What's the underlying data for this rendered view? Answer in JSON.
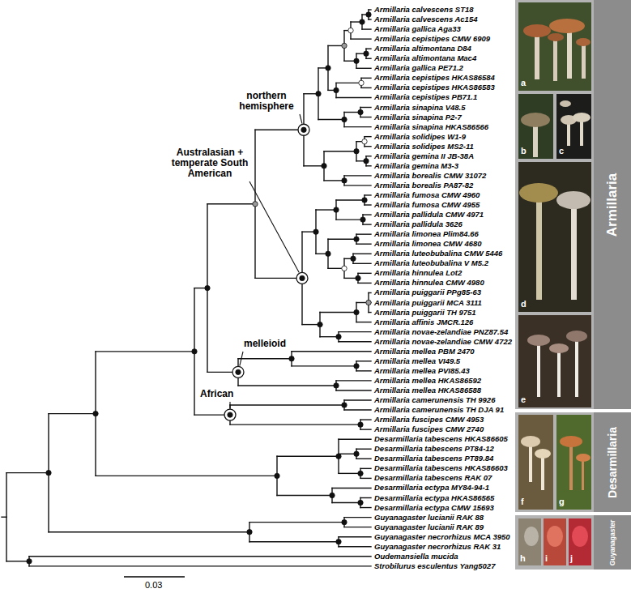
{
  "diagram": {
    "nodes": [
      {
        "text": [
          "Armillaria"
        ]
      },
      {
        "text": [
          "Desarmillaria"
        ]
      },
      {
        "text": [
          "Guyanagaster"
        ]
      }
    ],
    "labels": [
      "Armillaria calvescens ST18",
      "Armillaria calvescens Ac154",
      "Armillaria gallica Aga33",
      "Armillaria cepistipes CMW 6909",
      "Armillaria altimontana D84",
      "Armillaria altimontana Mac4",
      "Armillaria gallica PE71.2",
      "Armillaria cepistipes HKAS86584",
      "Armillaria cepistipes HKAS86583",
      "Armillaria cepistipes PB71.1",
      "Armillaria sinapina V48.5",
      "Armillaria sinapina P2-7",
      "Armillaria sinapina HKAS86566",
      "Armillaria solidipes W1-9",
      "Armillaria solidipes MS2-11",
      "Armillaria gemina II JB-38A",
      "Armillaria gemina M3-3",
      "Armillaria borealis CMW 31072",
      "Armillaria borealis PA87-82",
      "Armillaria fumosa CMW 4960",
      "Armillaria fumosa CMW 4955",
      "Armillaria pallidula CMW 4971",
      "Armillaria pallidula 3626",
      "Armillaria limonea Plim84.66",
      "Armillaria limonea CMW 4680",
      "Armillaria luteobubalina CMW 5446",
      "Armillaria luteobubalina V M5.2",
      "Armillaria hinnulea Lot2",
      "Armillaria hinnulea CMW 4980",
      "Armillaria puiggarii PPg85-63",
      "Armillaria puiggarii MCA 3111",
      "Armillaria puiggarii TH 9751",
      "Armillaria affinis JMCR.126",
      "Armillaria novae-zelandiae PNZ87.54",
      "Armillaria novae-zelandiae CMW 4722",
      "Armillaria mellea PBM 2470",
      "Armillaria mellea VI49.5",
      "Armillaria mellea PVI85.43",
      "Armillaria mellea HKAS86592",
      "Armillaria mellea HKAS86588",
      "Armillaria camerunensis TH 9926",
      "Armillaria camerunensis TH DJA 91",
      "Armillaria fuscipes CMW 4953",
      "Armillaria fuscipes CMW 2740",
      "Desarmillaria tabescens HKAS86605",
      "Desarmillaria tabescens PT84-12",
      "Desarmillaria tabescens PT89.84",
      "Desarmillaria tabescens HKAS86603",
      "Desarmillaria tabescens RAK 07",
      "Desarmillaria ectypa MY84-94-1",
      "Desarmillaria ectypa HKAS86565",
      "Desarmillaria ectypa CMW 15693",
      "Guyanagaster lucianii RAK 88",
      "Guyanagaster lucianii RAK 89",
      "Guyanagaster necrorhizus MCA 3950",
      "Guyanagaster necrorhizus RAK 31",
      "Oudemansiella mucida",
      "Strobilurus esculentus Yang5027",
      "northern hemisphere",
      "Australasian + temperate South American",
      "melleioid",
      "African",
      "a",
      "b",
      "c",
      "d",
      "e",
      "f",
      "g",
      "h",
      "i",
      "j",
      "0.03"
    ]
  }
}
